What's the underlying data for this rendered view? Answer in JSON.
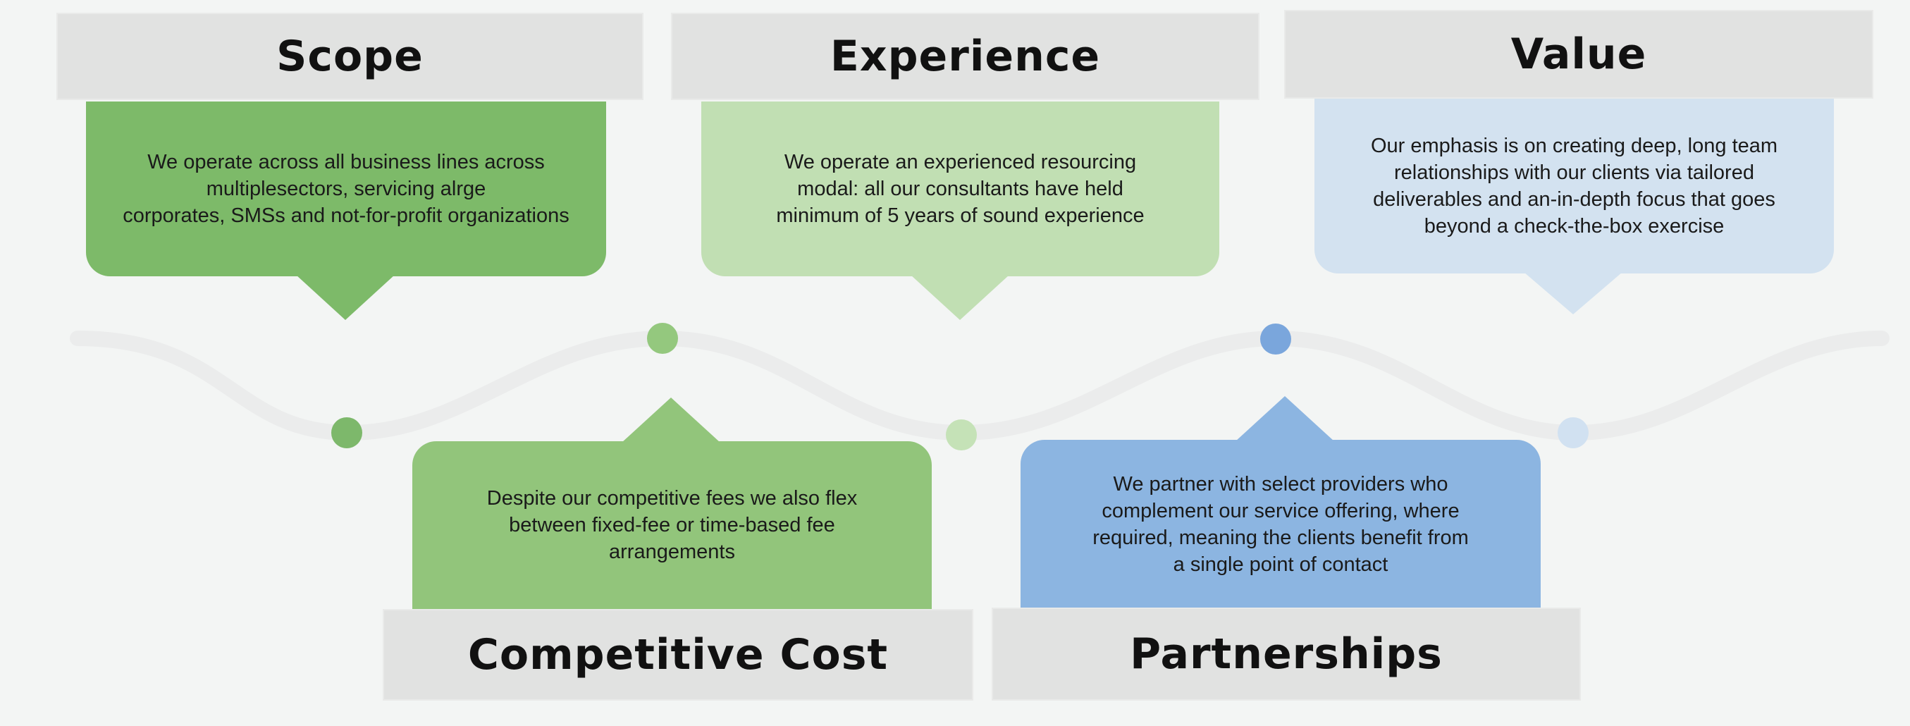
{
  "stages": {
    "scope": {
      "title": "Scope",
      "text": "We operate across all business lines across\nmultiplesectors, servicing alrge\ncorporates, SMSs and not-for-profit organizations",
      "color": "#7dba69"
    },
    "experience": {
      "title": "Experience",
      "text": "We operate an experienced resourcing\nmodal: all our consultants have held\nminimum of 5 years of sound experience",
      "color": "#c1dfb3"
    },
    "value": {
      "title": "Value",
      "text": "Our emphasis is on creating deep, long team\nrelationships with our clients via tailored\ndeliverables and an-in-depth focus that goes\nbeyond a check-the-box exercise",
      "color": "#d3e2f0"
    },
    "competitive_cost": {
      "title": "Competitive Cost",
      "text": "Despite our competitive fees we also flex\nbetween fixed-fee or time-based fee\narrangements",
      "color": "#92c57b"
    },
    "partnerships": {
      "title": "Partnerships",
      "text": "We partner with select providers who\ncomplement our service offering, where\nrequired, meaning the clients benefit from\na single point of contact",
      "color": "#8cb5e1"
    }
  },
  "nodes": [
    {
      "name": "node-scope",
      "color": "#7db86b"
    },
    {
      "name": "node-experience",
      "color": "#94c87e"
    },
    {
      "name": "node-competitive-cost",
      "color": "#c5e2b7"
    },
    {
      "name": "node-partnerships",
      "color": "#7aa6dc"
    },
    {
      "name": "node-value",
      "color": "#d1e1f1"
    }
  ],
  "wave_color": "#ebecec"
}
